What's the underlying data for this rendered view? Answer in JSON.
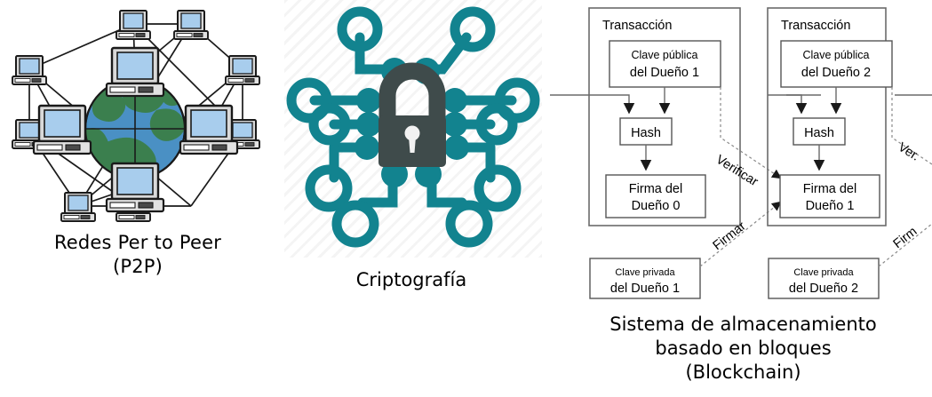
{
  "panels": {
    "p2p": {
      "caption_line1": "Redes Per to Peer",
      "caption_line2": "(P2P)",
      "icon": "p2p-network-globe",
      "node_count": 12,
      "colors": {
        "screen": "#a8cded",
        "case": "#d9d9d9",
        "outline": "#1a1a1a",
        "globe_ocean": "#4a90c4",
        "globe_land": "#3b7f4e"
      }
    },
    "crypto": {
      "caption": "Criptografía",
      "icon": "padlock-circuit",
      "colors": {
        "circuit": "#12838f",
        "lock": "#3f4b4b",
        "keyhole": "#f2f2f2",
        "background": "#fefefe",
        "stripe": "#f4f4f4"
      }
    },
    "chain": {
      "caption_line1": "Sistema de almacenamiento",
      "caption_line2": "basado en bloques",
      "caption_line3": "(Blockchain)",
      "transactions": [
        {
          "title": "Transacción",
          "public_key_line1": "Clave pública",
          "public_key_line2": "del Dueño 1",
          "hash_label": "Hash",
          "signature_line1": "Firma del",
          "signature_line2": "Dueño 0",
          "private_key_line1": "Clave privada",
          "private_key_line2": "del Dueño 1"
        },
        {
          "title": "Transacción",
          "public_key_line1": "Clave pública",
          "public_key_line2": "del Dueño 2",
          "hash_label": "Hash",
          "signature_line1": "Firma del",
          "signature_line2": "Dueño 1",
          "private_key_line1": "Clave privada",
          "private_key_line2": "del Dueño 2"
        }
      ],
      "arrow_labels": {
        "verify": "Verificar",
        "sign": "Firmar",
        "verify_clipped": "Ver.",
        "sign_clipped": "Firm"
      },
      "colors": {
        "box_stroke": "#555555",
        "line": "#6a6a6a",
        "dashed": "#8a8a8a",
        "text": "#000000"
      }
    }
  }
}
